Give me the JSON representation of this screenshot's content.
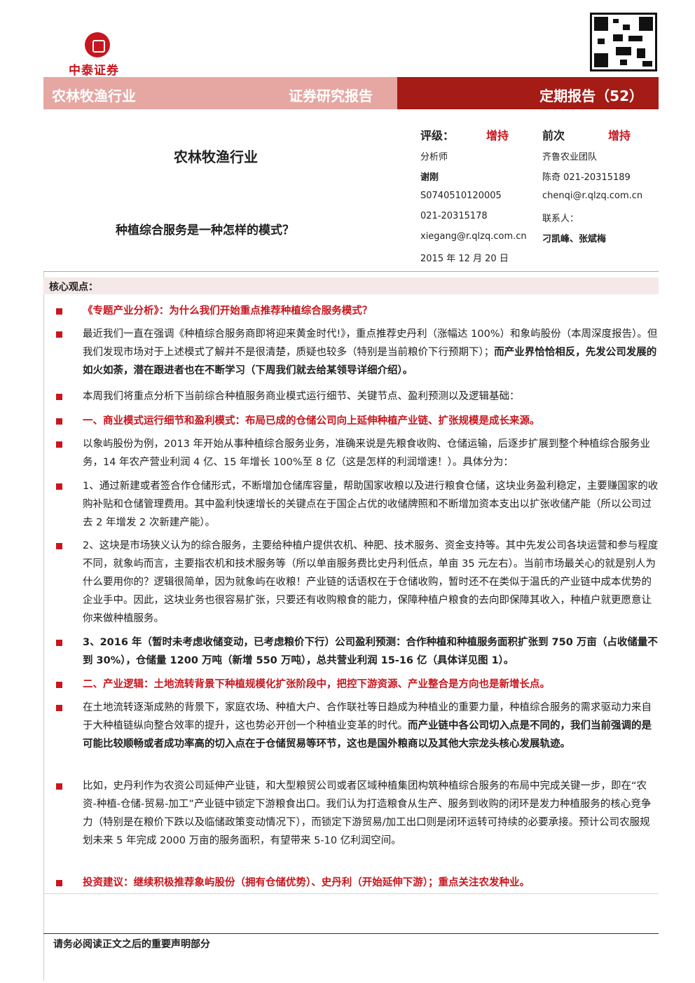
{
  "brand": {
    "name": "中泰证券"
  },
  "banner": {
    "left1": "农林牧渔行业",
    "left2": "证券研究报告",
    "right": "定期报告（52）"
  },
  "sector": "农林牧渔行业",
  "title": "种植综合服务是一种怎样的模式？",
  "rating": {
    "label": "评级：",
    "value": "增持",
    "prev_label": "前次",
    "prev_value": "增持"
  },
  "analyst": {
    "role": "分析师",
    "team": "齐鲁农业团队",
    "name": "谢刚",
    "name2": "陈奇  021-20315189",
    "cert": "S0740510120005",
    "email2": "chenqi@r.qlzq.com.cn",
    "phone": "021-20315178",
    "contact_label": "联系人：",
    "email": "xiegang@r.qlzq.com.cn",
    "contacts": "刁凯峰、张斌梅",
    "date": "2015 年 12 月 20 日"
  },
  "core_label": "核心观点：",
  "paragraphs": [
    {
      "text": "《专题产业分析》：为什么我们开始重点推荐种植综合服务模式？",
      "style": "red"
    },
    {
      "text": "最近我们一直在强调《种植综合服务商即将迎来黄金时代!》，重点推荐史丹利（涨幅达 100%）和象屿股份（本周深度报告）。但我们发现市场对于上述模式了解并不是很清楚，质疑也较多（特别是当前粮价下行预期下）；",
      "bold_tail": "而产业界恰恰相反，先发公司发展的如火如荼，潜在跟进者也在不断学习（下周我们就去给某领导详细介绍）。",
      "style": "normal"
    },
    {
      "text": "本周我们将重点分析下当前综合种植服务商业模式运行细节、关键节点、盈利预测以及逻辑基础：",
      "style": "normal"
    },
    {
      "text": "一、商业模式运行细节和盈利模式：布局已成的仓储公司向上延伸种植产业链、扩张规模是成长来源。",
      "style": "red"
    },
    {
      "text": "以象屿股份为例，2013 年开始从事种植综合服务业务，准确来说是先粮食收购、仓储运输，后逐步扩展到整个种植综合服务业务，14 年农产营业利润 4 亿、15 年增长 100%至 8 亿（这是怎样的利润增速！）。具体分为：",
      "style": "normal"
    },
    {
      "text": "1、通过新建或者签合作仓储形式，不断增加仓储库容量，帮助国家收粮以及进行粮食仓储，这块业务盈利稳定，主要赚国家的收购补贴和仓储管理费用。其中盈利快速增长的关键点在于国企占优的收储牌照和不断增加资本支出以扩张收储产能（所以公司过去 2 年增发 2 次新建产能）。",
      "style": "normal"
    },
    {
      "text": "2、这块是市场狭义认为的综合服务，主要给种植户提供农机、种肥、技术服务、资金支持等。其中先发公司各块运营和参与程度不同，就象屿而言，主要指农机和技术服务等（所以单亩服务费比史丹利低点，单亩 35 元左右）。当前市场最关心的就是别人为什么要用你的？逻辑很简单，因为就象屿在收粮！产业链的话语权在于仓储收购，暂时还不在类似于温氏的产业链中成本优势的企业手中。因此，这块业务也很容易扩张，只要还有收购粮食的能力，保障种植户粮食的去向即保障其收入，种植户就更愿意让你来做种植服务。",
      "style": "normal"
    },
    {
      "text": "3、2016 年（暂时未考虑收储变动，已考虑粮价下行）公司盈利预测：合作种植和种植服务面积扩张到 750 万亩（占收储量不到 30%），仓储量 1200 万吨（新增 550 万吨），总共营业利润 15-16 亿（具体详见图 1）。",
      "style": "bold"
    },
    {
      "text": "二、产业逻辑：土地流转背景下种植规模化扩张阶段中，把控下游资源、产业整合是方向也是新增长点。",
      "style": "red"
    },
    {
      "text": "在土地流转逐渐成熟的背景下，家庭农场、种植大户、合作联社等日趋成为种植业的重要力量，种植综合服务的需求驱动力来自于大种植链纵向整合效率的提升，这也势必开创一个种植业变革的时代。",
      "bold_tail": "而产业链中各公司切入点是不同的，我们当前强调的是可能比较顺畅或者成功率高的切入点在于仓储贸易等环节，这也是国外粮商以及其他大宗龙头核心发展轨迹。",
      "style": "normal"
    },
    {
      "text": "比如，史丹利作为农资公司延伸产业链，和大型粮贸公司或者区域种植集团构筑种植综合服务的布局中完成关键一步，即在“农资-种植-仓储-贸易-加工”产业链中锁定下游粮食出口。我们认为打造粮食从生产、服务到收购的闭环是发力种植服务的核心竞争力（特别是在粮价下跌以及临储政策变动情况下），而锁定下游贸易/加工出口则是闭环运转可持续的必要承接。预计公司农服规划未来 5 年完成 2000 万亩的服务面积，有望带来 5-10 亿利润空间。",
      "style": "normal"
    },
    {
      "text": "投资建议：继续积极推荐象屿股份（拥有仓储优势）、史丹利（开始延伸下游）；重点关注农发种业。",
      "style": "red"
    }
  ],
  "footer": "请务必阅读正文之后的重要声明部分"
}
